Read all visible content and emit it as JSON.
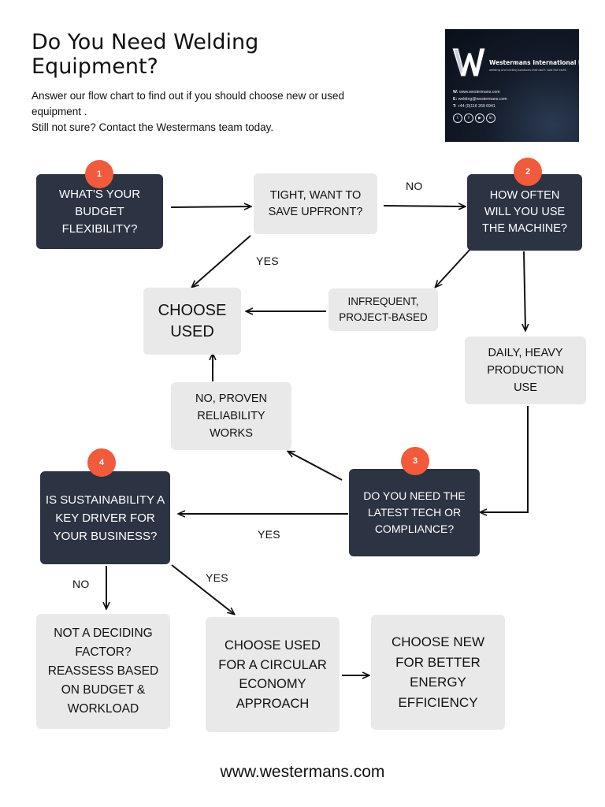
{
  "header": {
    "title": "Do You Need Welding Equipment?",
    "intro_line1": "Answer our flow chart to find out if you should choose new or used equipment .",
    "intro_line2": "Still not sure? Contact the Westermans team today."
  },
  "logo": {
    "company": "Westermans International Ltd",
    "tagline": "welding and cutting solutions that don't cost the earth",
    "web_prefix": "W:",
    "web": "www.westermans.com",
    "email_prefix": "E:",
    "email": "welding@westermans.com",
    "phone_prefix": "T:",
    "phone": "+44 (0)116 269 6941",
    "social_icons": [
      "twitter-icon",
      "facebook-icon",
      "youtube-icon",
      "linkedin-icon"
    ]
  },
  "nodes": {
    "budget": "WHAT'S YOUR BUDGET FLEXIBILITY?",
    "tight": "TIGHT, WANT TO SAVE UPFRONT?",
    "how_often": "HOW OFTEN WILL YOU USE THE MACHINE?",
    "choose_used": "CHOOSE USED",
    "infrequent": "INFREQUENT, PROJECT-BASED",
    "daily": "DAILY, HEAVY PRODUCTION USE",
    "proven": "NO, PROVEN RELIABILITY WORKS",
    "latest_tech": "DO YOU NEED THE LATEST TECH OR COMPLIANCE?",
    "sustainability": "IS SUSTAINABILITY A KEY DRIVER FOR YOUR BUSINESS?",
    "not_deciding": "NOT A DECIDING FACTOR? REASSESS BASED ON BUDGET & WORKLOAD",
    "circular": "CHOOSE USED FOR A CIRCULAR ECONOMY APPROACH",
    "choose_new": "CHOOSE NEW FOR BETTER ENERGY EFFICIENCY"
  },
  "badges": {
    "b1": "1",
    "b2": "2",
    "b3": "3",
    "b4": "4"
  },
  "edge_labels": {
    "tight_no": "NO",
    "tight_yes": "YES",
    "latest_yes": "YES",
    "sustain_no": "NO",
    "sustain_yes": "YES"
  },
  "colors": {
    "dark_box": "#2c3342",
    "light_box": "#e9e9ea",
    "badge": "#f15a3b"
  },
  "footer": {
    "url": "www.westermans.com"
  }
}
